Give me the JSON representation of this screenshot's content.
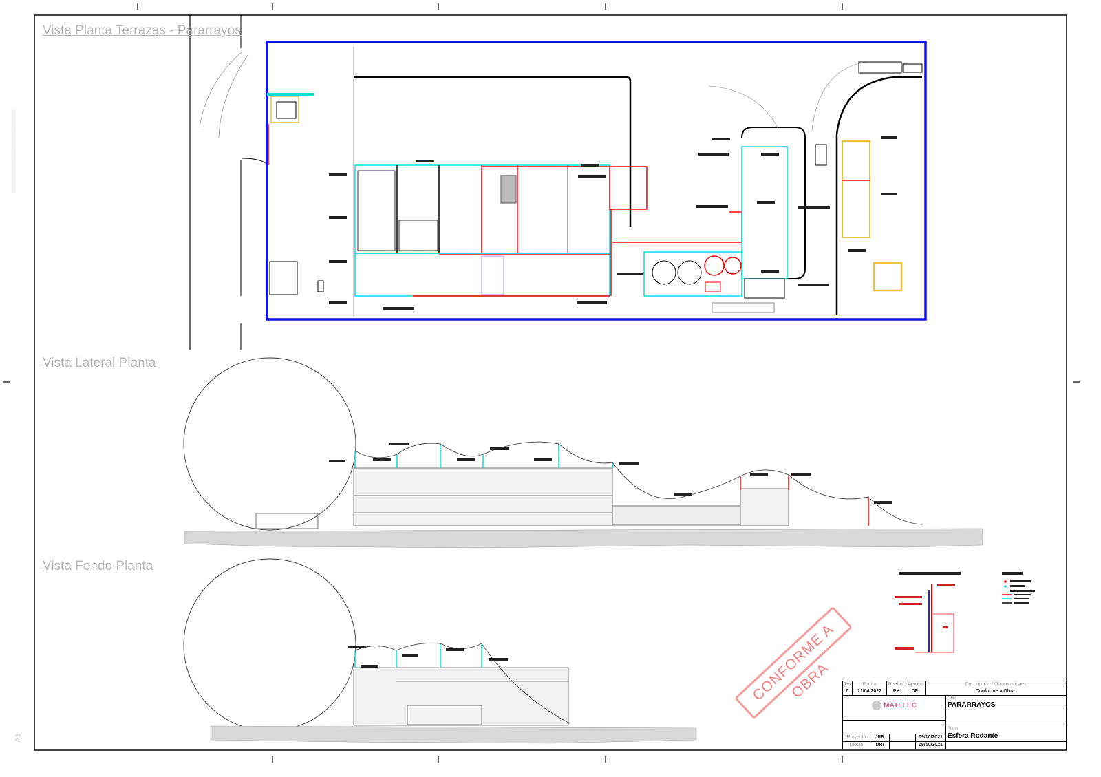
{
  "views": {
    "plan_title": "Vista Planta Terrazas - Pararrayos",
    "lateral_title": "Vista Lateral Planta",
    "fondo_title": "Vista Fondo Planta"
  },
  "stamp": "CONFORME A OBRA",
  "sheet_size": "A1",
  "title_block": {
    "rev_headers": [
      "Rev",
      "Fecha",
      "Realizó",
      "Aprobó",
      "Descripción / Observaciones"
    ],
    "rev_row": [
      "0",
      "21/04/2022",
      "PY",
      "DRI",
      "Conforme a Obra."
    ],
    "logo_text": "MATELEC",
    "obra_label": "Obra:",
    "obra_value": "PARARRAYOS",
    "plano_label": "Plano",
    "plano_value": "Esfera Rodante",
    "proyecto_label": "Proyectó",
    "proyecto_by": "JRR",
    "proyecto_date": "09/10/2021",
    "dibujo_label": "Dibujó",
    "dibujo_by": "DRI",
    "dibujo_date": "09/10/2021"
  },
  "colors": {
    "outline": "#0000ff",
    "conductor": "#ff0000",
    "mast": "#00e0e0",
    "stamp": "#f06a6a"
  }
}
